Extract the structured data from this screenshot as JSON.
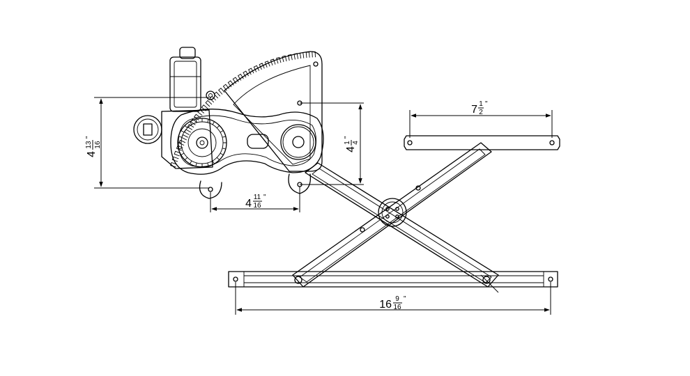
{
  "dimensions": {
    "height_total": {
      "whole": "4",
      "num": "13",
      "den": "16",
      "unit": "\""
    },
    "motor_mount_spacing": {
      "whole": "4",
      "num": "11",
      "den": "16",
      "unit": "\""
    },
    "mount_vertical": {
      "whole": "4",
      "num": "1",
      "den": "4",
      "unit": "\""
    },
    "upper_channel": {
      "whole": "7",
      "num": "1",
      "den": "2",
      "unit": "\""
    },
    "lower_rail": {
      "whole": "16",
      "num": "9",
      "den": "16",
      "unit": "\""
    }
  },
  "colors": {
    "line": "#000000",
    "background": "#ffffff"
  }
}
